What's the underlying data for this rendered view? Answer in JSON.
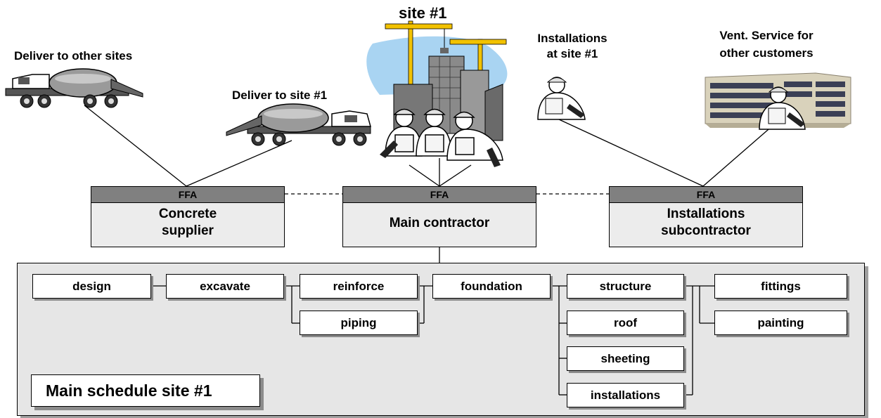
{
  "labels": {
    "deliver_other": "Deliver to other sites",
    "deliver_site": "Deliver to site #1",
    "site": "site #1",
    "installations_line1": "Installations",
    "installations_line2": "at site #1",
    "vent_line1": "Vent. Service for",
    "vent_line2": "other customers"
  },
  "ffa_boxes": [
    {
      "head": "FFA",
      "line1": "Concrete",
      "line2": "supplier"
    },
    {
      "head": "FFA",
      "line1": "Main contractor",
      "line2": ""
    },
    {
      "head": "FFA",
      "line1": "Installations",
      "line2": "subcontractor"
    }
  ],
  "tasks": {
    "design": "design",
    "excavate": "excavate",
    "reinforce": "reinforce",
    "piping": "piping",
    "foundation": "foundation",
    "structure": "structure",
    "roof": "roof",
    "sheeting": "sheeting",
    "installations": "installations",
    "fittings": "fittings",
    "painting": "painting"
  },
  "schedule_title": "Main schedule site #1",
  "colors": {
    "ffa_header": "#808080",
    "box_fill": "#ececec",
    "schedule_fill": "#e6e6e6",
    "sky": "#a9d4f2",
    "truck_drum": "#9a9a9a"
  },
  "icons": [
    "concrete-truck-icon",
    "construction-site-icon",
    "worker-icon",
    "office-building-icon"
  ]
}
